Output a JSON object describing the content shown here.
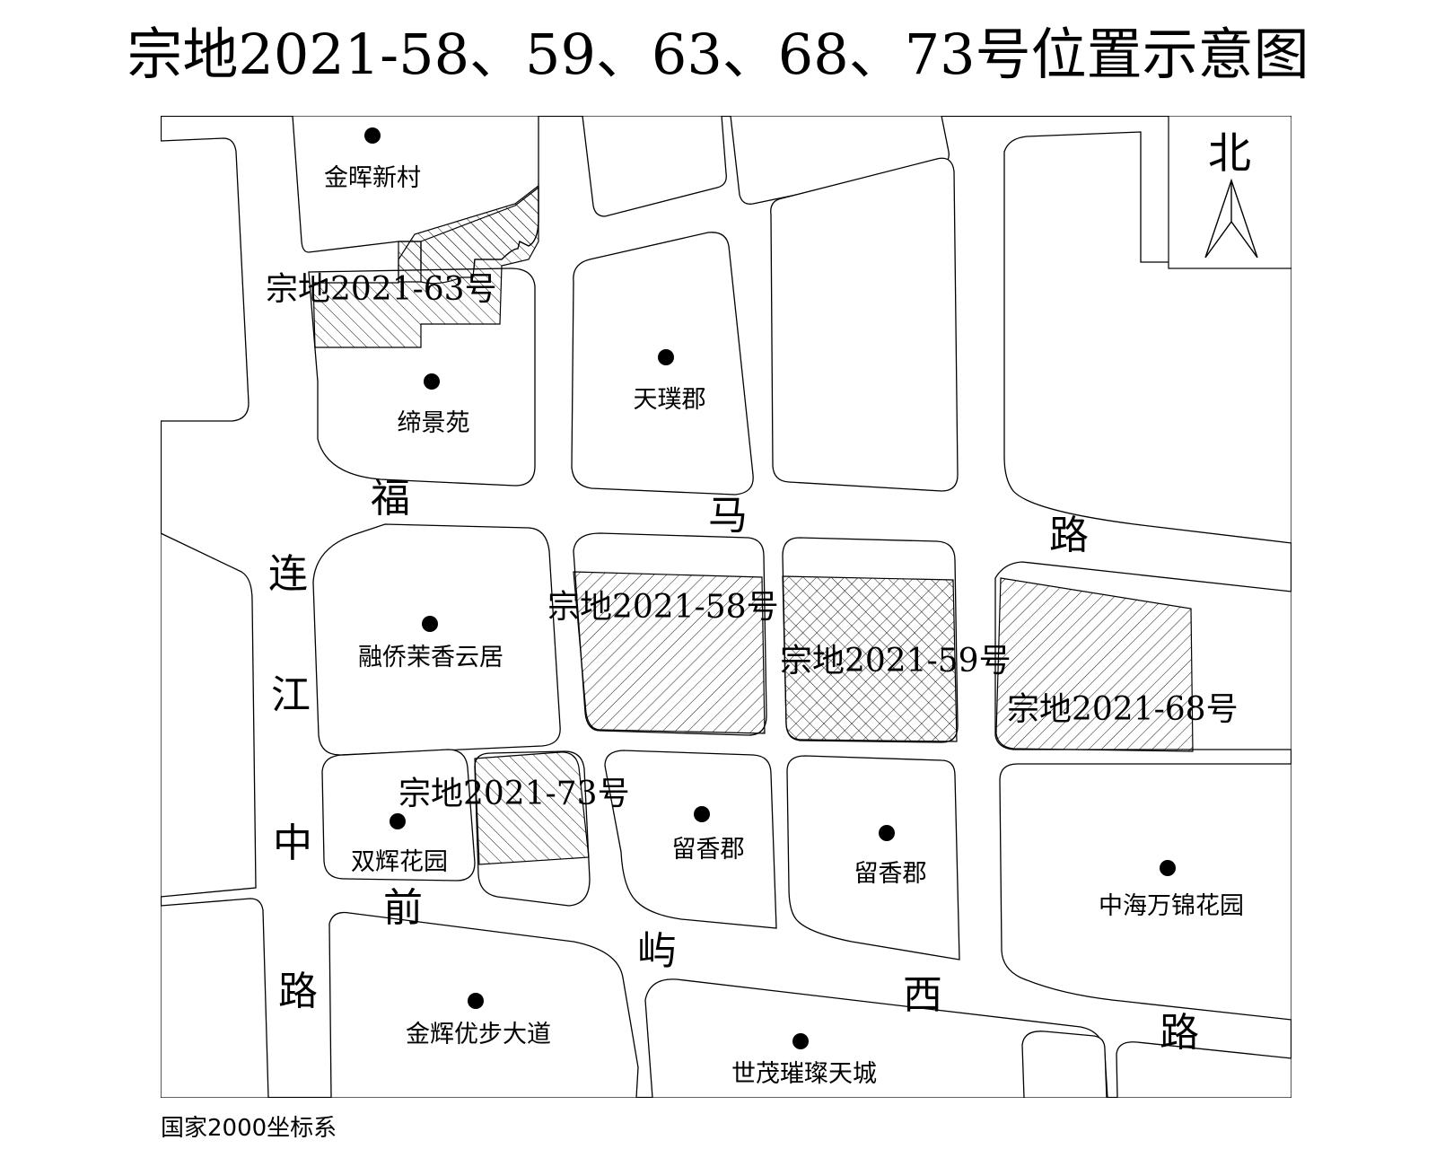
{
  "title": "宗地2021-58、59、63、68、73号位置示意图",
  "coordinate_system": "国家2000坐标系",
  "north_label": "北",
  "communities": {
    "jinhui_xincun": "金晖新村",
    "dijing_yuan": "缔景苑",
    "tianpu_jun": "天璞郡",
    "rongqiao": "融侨茉香云居",
    "shuanghui": "双辉花园",
    "liuxiang_1": "留香郡",
    "liuxiang_2": "留香郡",
    "zhonghai": "中海万锦花园",
    "jinhui_youbu": "金辉优步大道",
    "shimao": "世茂璀璨天城"
  },
  "plots": {
    "p63": "宗地2021-63号",
    "p58": "宗地2021-58号",
    "p59": "宗地2021-59号",
    "p68": "宗地2021-68号",
    "p73": "宗地2021-73号"
  },
  "roads": {
    "fuma": [
      "福",
      "马",
      "路"
    ],
    "lianjiang": [
      "连",
      "江",
      "中",
      "路"
    ],
    "qianyu": [
      "前",
      "屿",
      "西",
      "路"
    ]
  }
}
